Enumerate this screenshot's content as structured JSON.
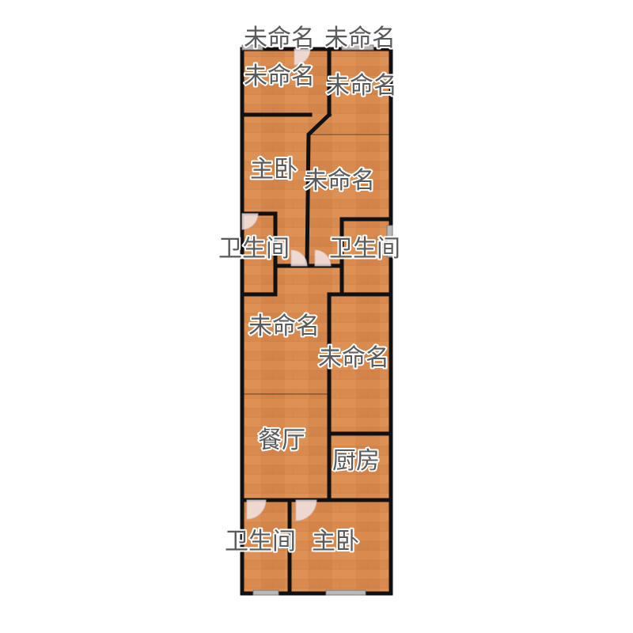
{
  "colors": {
    "floor_base": "#d98a4e",
    "floor_light": "#e39a5e",
    "floor_dark": "#c7773d",
    "wall": "#111111",
    "label": "#5a5a5a",
    "window": "#b9b9b9"
  },
  "rooms": [
    {
      "id": "r1",
      "label": "未命名"
    },
    {
      "id": "r2",
      "label": "未命名"
    },
    {
      "id": "r3",
      "label": "未命名"
    },
    {
      "id": "r4",
      "label": "未命名"
    },
    {
      "id": "r5",
      "label": "主卧"
    },
    {
      "id": "r6",
      "label": "未命名"
    },
    {
      "id": "r7",
      "label": "卫生间"
    },
    {
      "id": "r8",
      "label": "卫生间"
    },
    {
      "id": "r9",
      "label": "未命名"
    },
    {
      "id": "r10",
      "label": "未命名"
    },
    {
      "id": "r11",
      "label": "餐厅"
    },
    {
      "id": "r12",
      "label": "厨房"
    },
    {
      "id": "r13",
      "label": "卫生间"
    },
    {
      "id": "r14",
      "label": "主卧"
    }
  ]
}
